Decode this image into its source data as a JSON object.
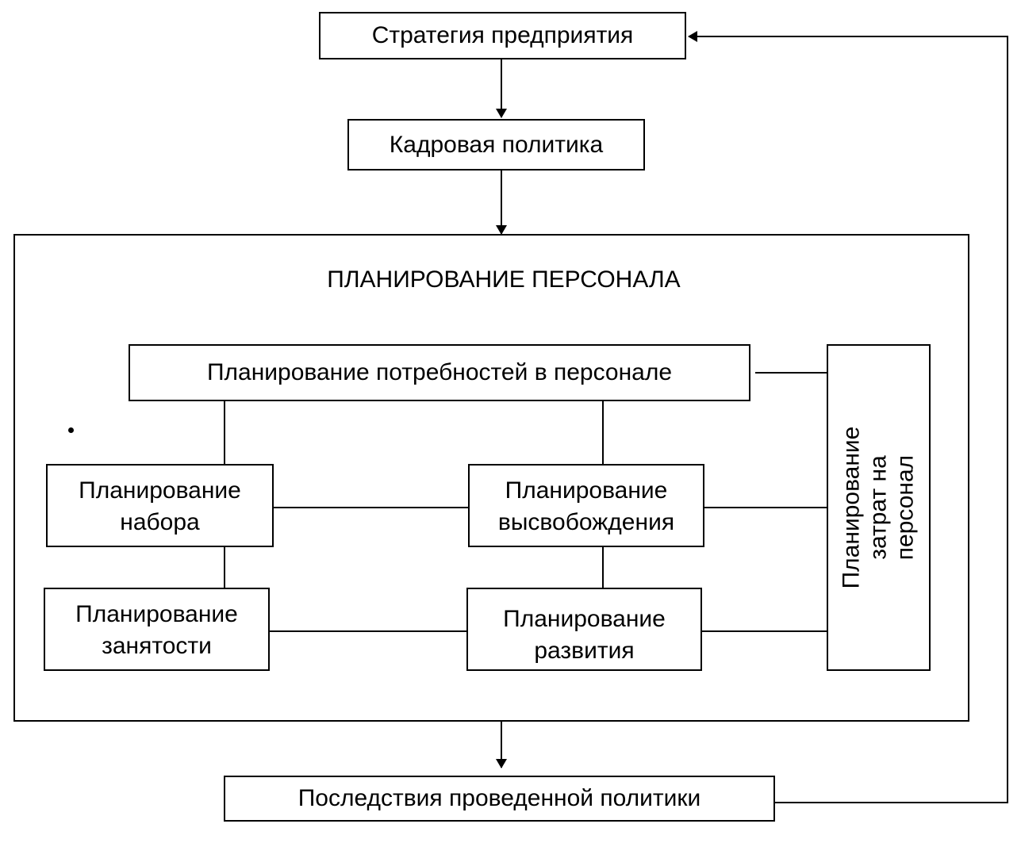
{
  "diagram": {
    "top": {
      "strategy": "Стратегия предприятия",
      "hr_policy": "Кадровая политика"
    },
    "planning_block": {
      "title": "ПЛАНИРОВАНИЕ ПЕРСОНАЛА",
      "needs": "Планирование потребностей в персонале",
      "recruitment": {
        "line1": "Планирование",
        "line2": "набора"
      },
      "release": {
        "line1": "Планирование",
        "line2": "высвобождения"
      },
      "employment": {
        "line1": "Планирование",
        "line2": "занятости"
      },
      "development": {
        "line1": "Планирование",
        "line2": "развития"
      },
      "costs": {
        "line1": "Планирование",
        "line2": "затрат на",
        "line3": "персонал"
      }
    },
    "bottom": {
      "consequences": "Последствия проведенной политики"
    }
  }
}
